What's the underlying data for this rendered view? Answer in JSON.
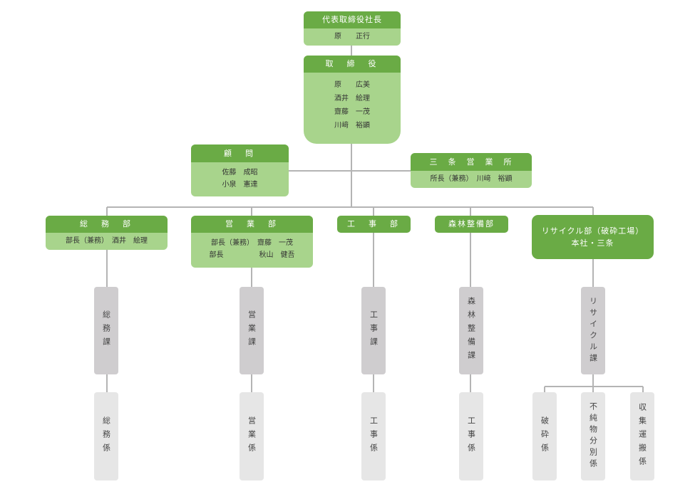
{
  "president": {
    "title": "代表取締役社長",
    "name": "原　　正行"
  },
  "directors": {
    "title": "取　締　役",
    "members": "原　　広美\n酒井　絵理\n齋藤　一茂\n川﨑　裕顕"
  },
  "advisor": {
    "title": "顧　問",
    "members": "佐藤　成昭\n小泉　憲達"
  },
  "sanjo_office": {
    "title": "三　条　営　業　所",
    "members": "所長（兼務）　川﨑　裕顕"
  },
  "departments": {
    "general": {
      "title": "総　務　部",
      "members": "部長（兼務）　酒井　絵理"
    },
    "sales": {
      "title": "営　業　部",
      "members": "部長（兼務）　齋藤　一茂\n部長　　　　　秋山　健吾"
    },
    "construction": {
      "title": "工　事　部"
    },
    "forest": {
      "title": "森林整備部"
    },
    "recycle": {
      "title": "リサイクル部（破砕工場）",
      "subtitle": "本社・三条"
    }
  },
  "sections": {
    "general": "総務課",
    "sales": "営業課",
    "construction": "工事課",
    "forest": "森林整備課",
    "recycle": "リサイクル課"
  },
  "teams": {
    "general": "総務係",
    "sales": "営業係",
    "construction": "工事係",
    "forest": "工事係",
    "crushing": "破砕係",
    "sorting": "不純物分別係",
    "collection": "収集運搬係"
  },
  "colors": {
    "header": "#6aab45",
    "box": "#a8d48c",
    "section": "#cfcdcf",
    "team": "#e6e6e6",
    "line": "#b4b4b4"
  }
}
